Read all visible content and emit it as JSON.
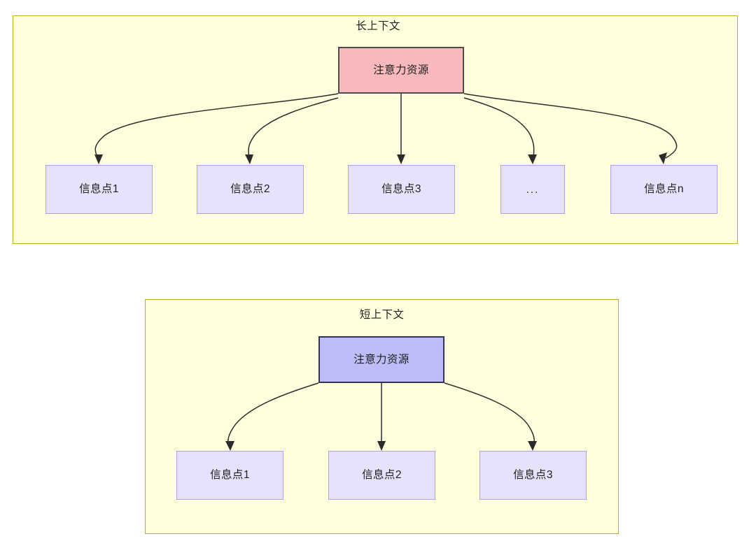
{
  "diagram": {
    "type": "flowchart",
    "panels": [
      {
        "id": "long-context",
        "title": "长上下文",
        "source_node": {
          "label": "注意力资源",
          "fill": "#f8b9bc",
          "border": "#4d4d4d"
        },
        "targets": [
          {
            "label": "信息点1"
          },
          {
            "label": "信息点2"
          },
          {
            "label": "信息点3"
          },
          {
            "label": "..."
          },
          {
            "label": "信息点n"
          }
        ],
        "target_style": {
          "fill": "#e7e2fb",
          "border": "#b39ee8"
        },
        "container_style": {
          "fill": "#ffffdd",
          "border": "#b5b52e"
        }
      },
      {
        "id": "short-context",
        "title": "短上下文",
        "source_node": {
          "label": "注意力资源",
          "fill": "#bdbdf7",
          "border": "#333355"
        },
        "targets": [
          {
            "label": "信息点1"
          },
          {
            "label": "信息点2"
          },
          {
            "label": "信息点3"
          }
        ],
        "target_style": {
          "fill": "#e7e2fb",
          "border": "#b39ee8"
        },
        "container_style": {
          "fill": "#ffffdd",
          "border": "#b5b52e"
        }
      }
    ],
    "edge_style": {
      "stroke": "#2b2b2b",
      "arrowhead": "filled-triangle"
    }
  }
}
